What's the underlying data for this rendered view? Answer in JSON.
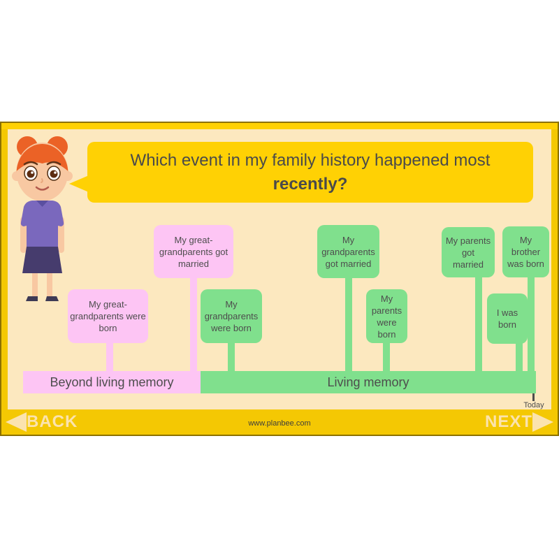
{
  "slide_type": "timeline-question-slide",
  "colors": {
    "background_outside": "#ffffff",
    "slide_gold": "#ffd104",
    "footer_gold": "#f4c803",
    "slide_cream": "#fce8bf",
    "slide_outline": "#8c7100",
    "pink": "#fdc5f4",
    "green": "#80e08d",
    "text_dark": "#4d4d4d",
    "footer_text_cream": "#fbe3ae"
  },
  "question": {
    "line1": "Which event in my family history happened most",
    "line2": "recently?"
  },
  "character": {
    "description": "girl with orange hair buns, purple t-shirt and dark purple skirt"
  },
  "timeline": {
    "events": [
      {
        "label": "My great-\ngrandparents were\nborn",
        "era": "beyond-living-memory",
        "color": "pink"
      },
      {
        "label": "My great-\ngrandparents got\nmarried",
        "era": "beyond-living-memory",
        "color": "pink"
      },
      {
        "label": "My\ngrandparents\nwere born",
        "era": "living-memory",
        "color": "green"
      },
      {
        "label": "My\ngrandparents\ngot married",
        "era": "living-memory",
        "color": "green"
      },
      {
        "label": "My\nparents\nwere\nborn",
        "era": "living-memory",
        "color": "green"
      },
      {
        "label": "My parents\ngot\nmarried",
        "era": "living-memory",
        "color": "green"
      },
      {
        "label": "I was\nborn",
        "era": "living-memory",
        "color": "green"
      },
      {
        "label": "My\nbrother\nwas born",
        "era": "living-memory",
        "color": "green"
      }
    ],
    "eras": [
      {
        "label": "Beyond living memory",
        "color": "pink"
      },
      {
        "label": "Living memory",
        "color": "green"
      }
    ],
    "today_label": "Today"
  },
  "footer": {
    "back": "BACK",
    "next": "NEXT",
    "website": "www.planbee.com"
  }
}
